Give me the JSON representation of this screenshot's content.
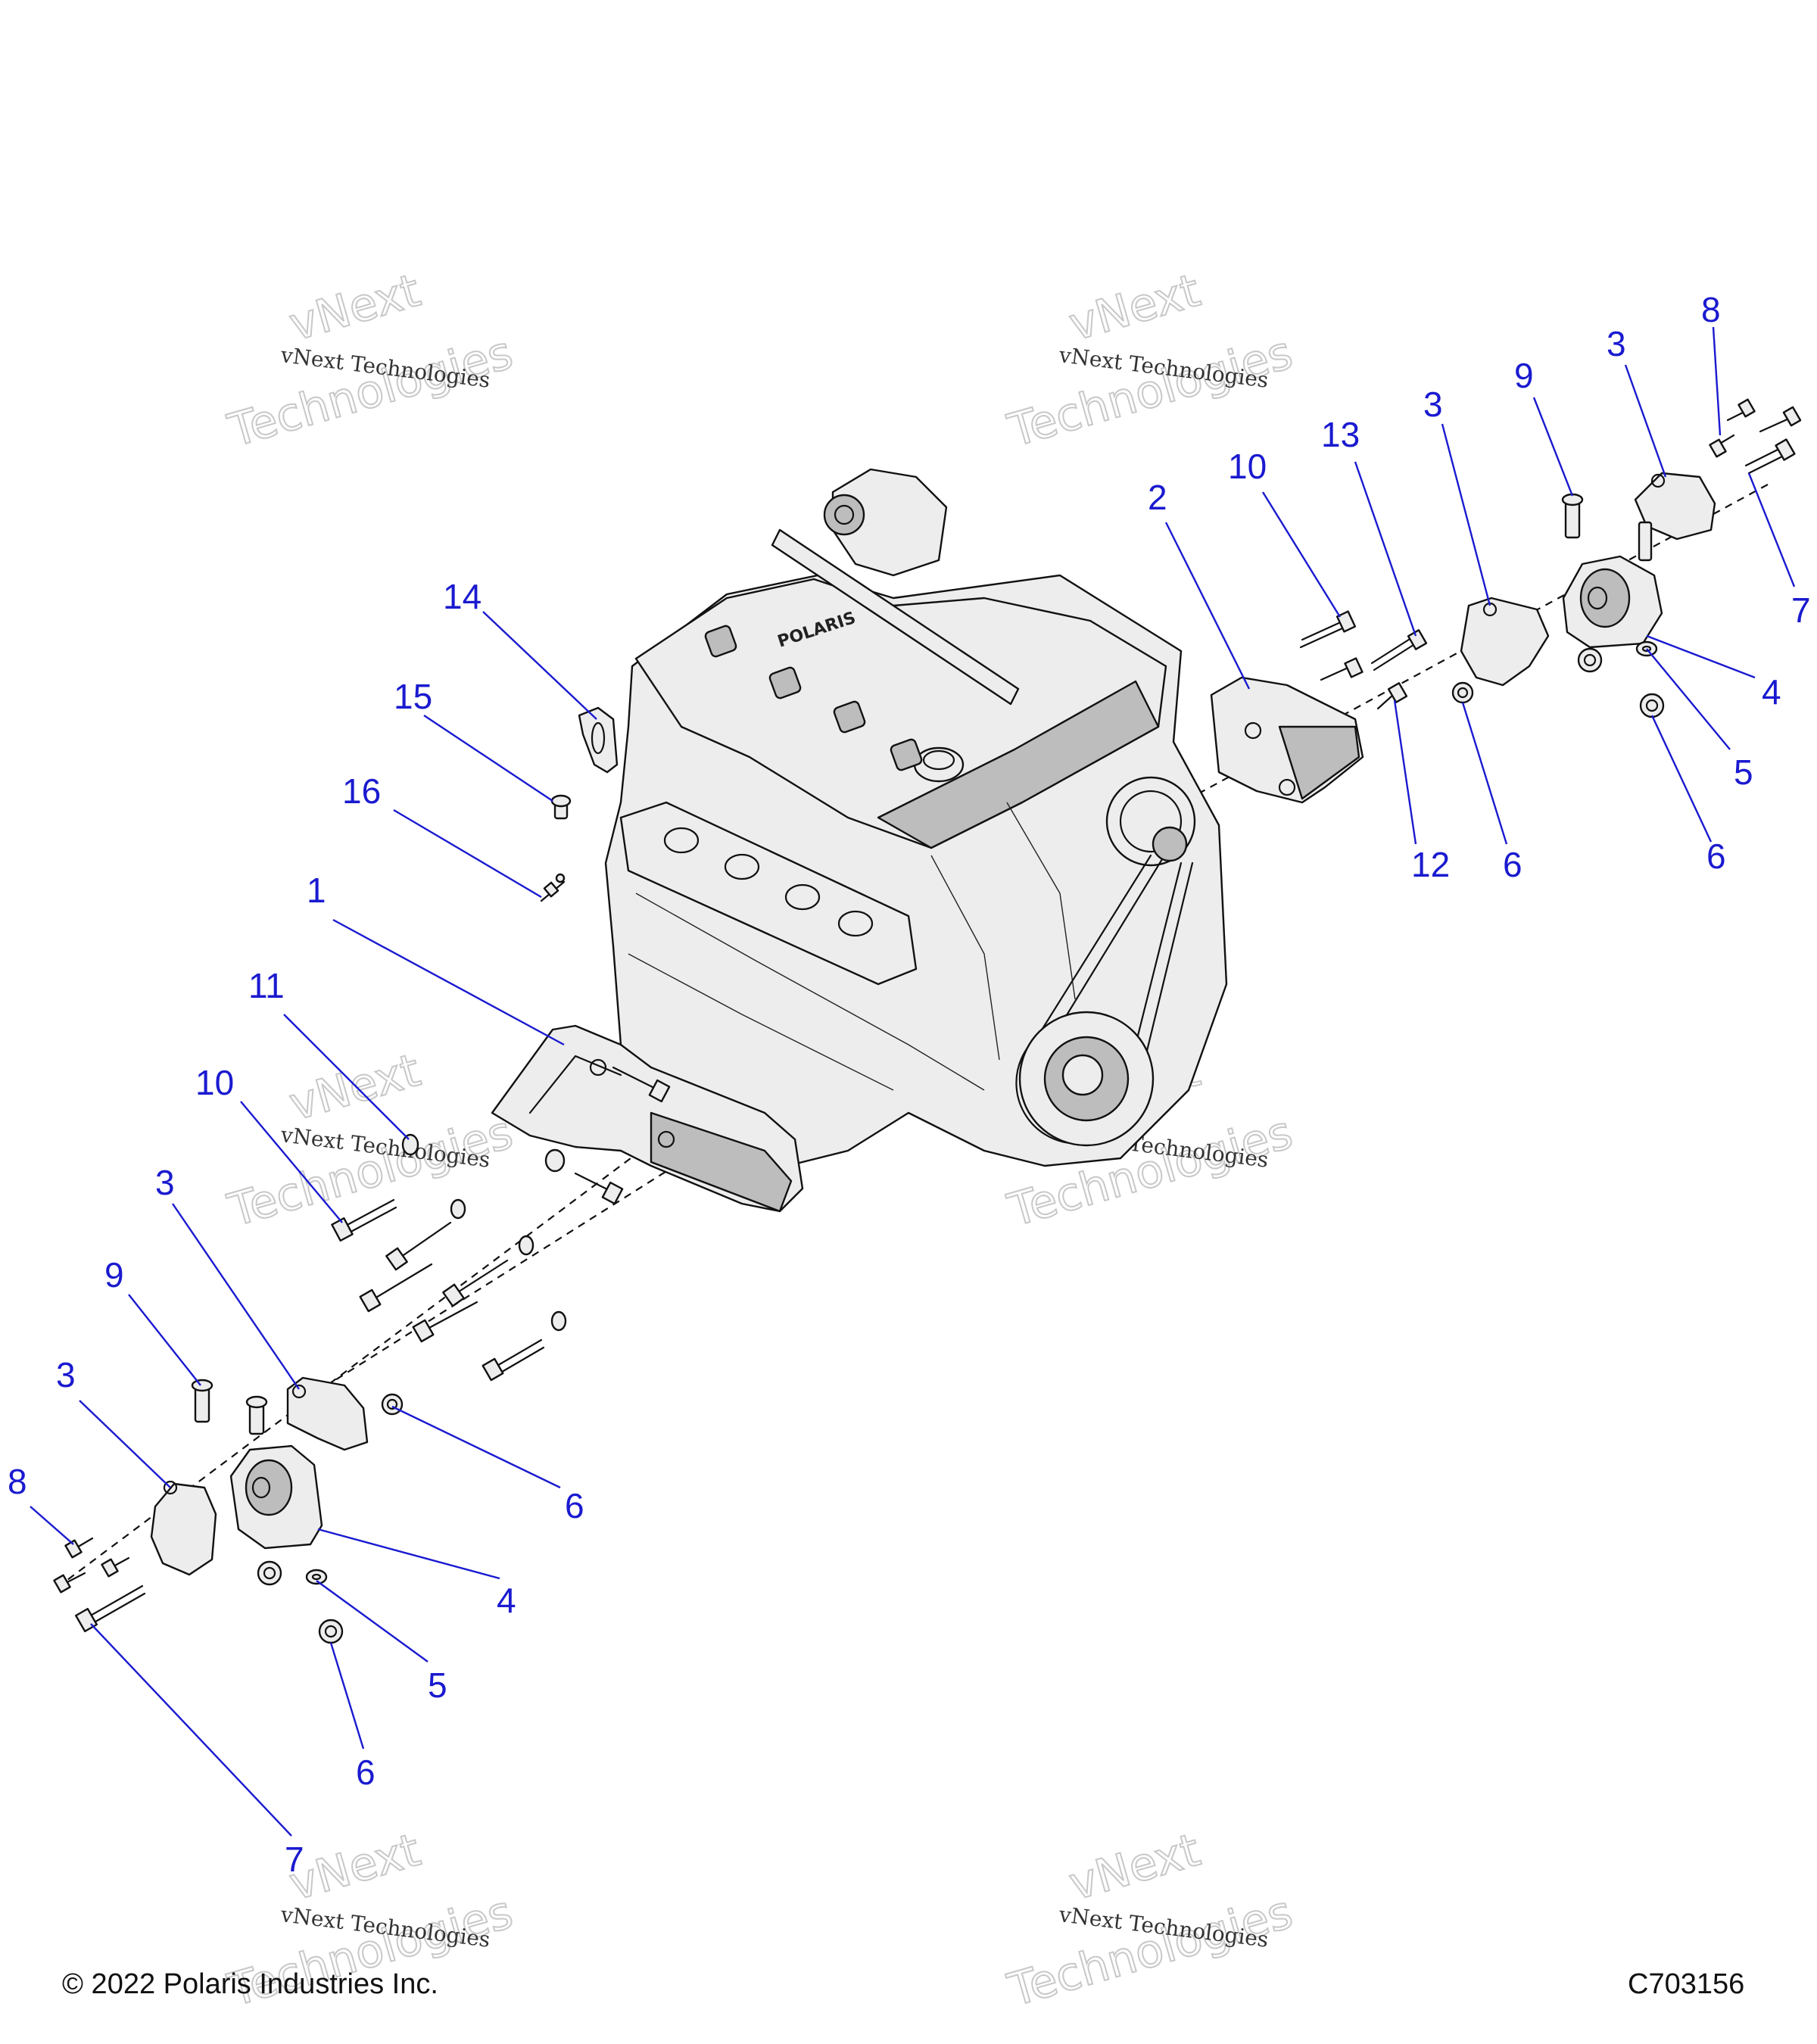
{
  "footer": {
    "copyright": "© 2022 Polaris Industries Inc.",
    "diagram_code": "C703156"
  },
  "watermark": {
    "line1": "vNext Technologies",
    "line2": "vNext",
    "line3": "Technologies"
  },
  "engine_stamp": "POLARIS",
  "callouts": [
    {
      "id": "c-8-right",
      "label": "8"
    },
    {
      "id": "c-3-right-top",
      "label": "3"
    },
    {
      "id": "c-9-right",
      "label": "9"
    },
    {
      "id": "c-3-right-mid",
      "label": "3"
    },
    {
      "id": "c-13",
      "label": "13"
    },
    {
      "id": "c-10-right",
      "label": "10"
    },
    {
      "id": "c-2",
      "label": "2"
    },
    {
      "id": "c-7-right",
      "label": "7"
    },
    {
      "id": "c-4-right",
      "label": "4"
    },
    {
      "id": "c-5-right",
      "label": "5"
    },
    {
      "id": "c-6-right-far",
      "label": "6"
    },
    {
      "id": "c-6-right-near",
      "label": "6"
    },
    {
      "id": "c-12",
      "label": "12"
    },
    {
      "id": "c-14",
      "label": "14"
    },
    {
      "id": "c-15",
      "label": "15"
    },
    {
      "id": "c-16",
      "label": "16"
    },
    {
      "id": "c-1",
      "label": "1"
    },
    {
      "id": "c-11",
      "label": "11"
    },
    {
      "id": "c-10-left",
      "label": "10"
    },
    {
      "id": "c-3-left-mid",
      "label": "3"
    },
    {
      "id": "c-9-left",
      "label": "9"
    },
    {
      "id": "c-3-left-low",
      "label": "3"
    },
    {
      "id": "c-8-left",
      "label": "8"
    },
    {
      "id": "c-6-left-upper",
      "label": "6"
    },
    {
      "id": "c-4-left",
      "label": "4"
    },
    {
      "id": "c-5-left",
      "label": "5"
    },
    {
      "id": "c-6-left-lower",
      "label": "6"
    },
    {
      "id": "c-7-left",
      "label": "7"
    }
  ]
}
